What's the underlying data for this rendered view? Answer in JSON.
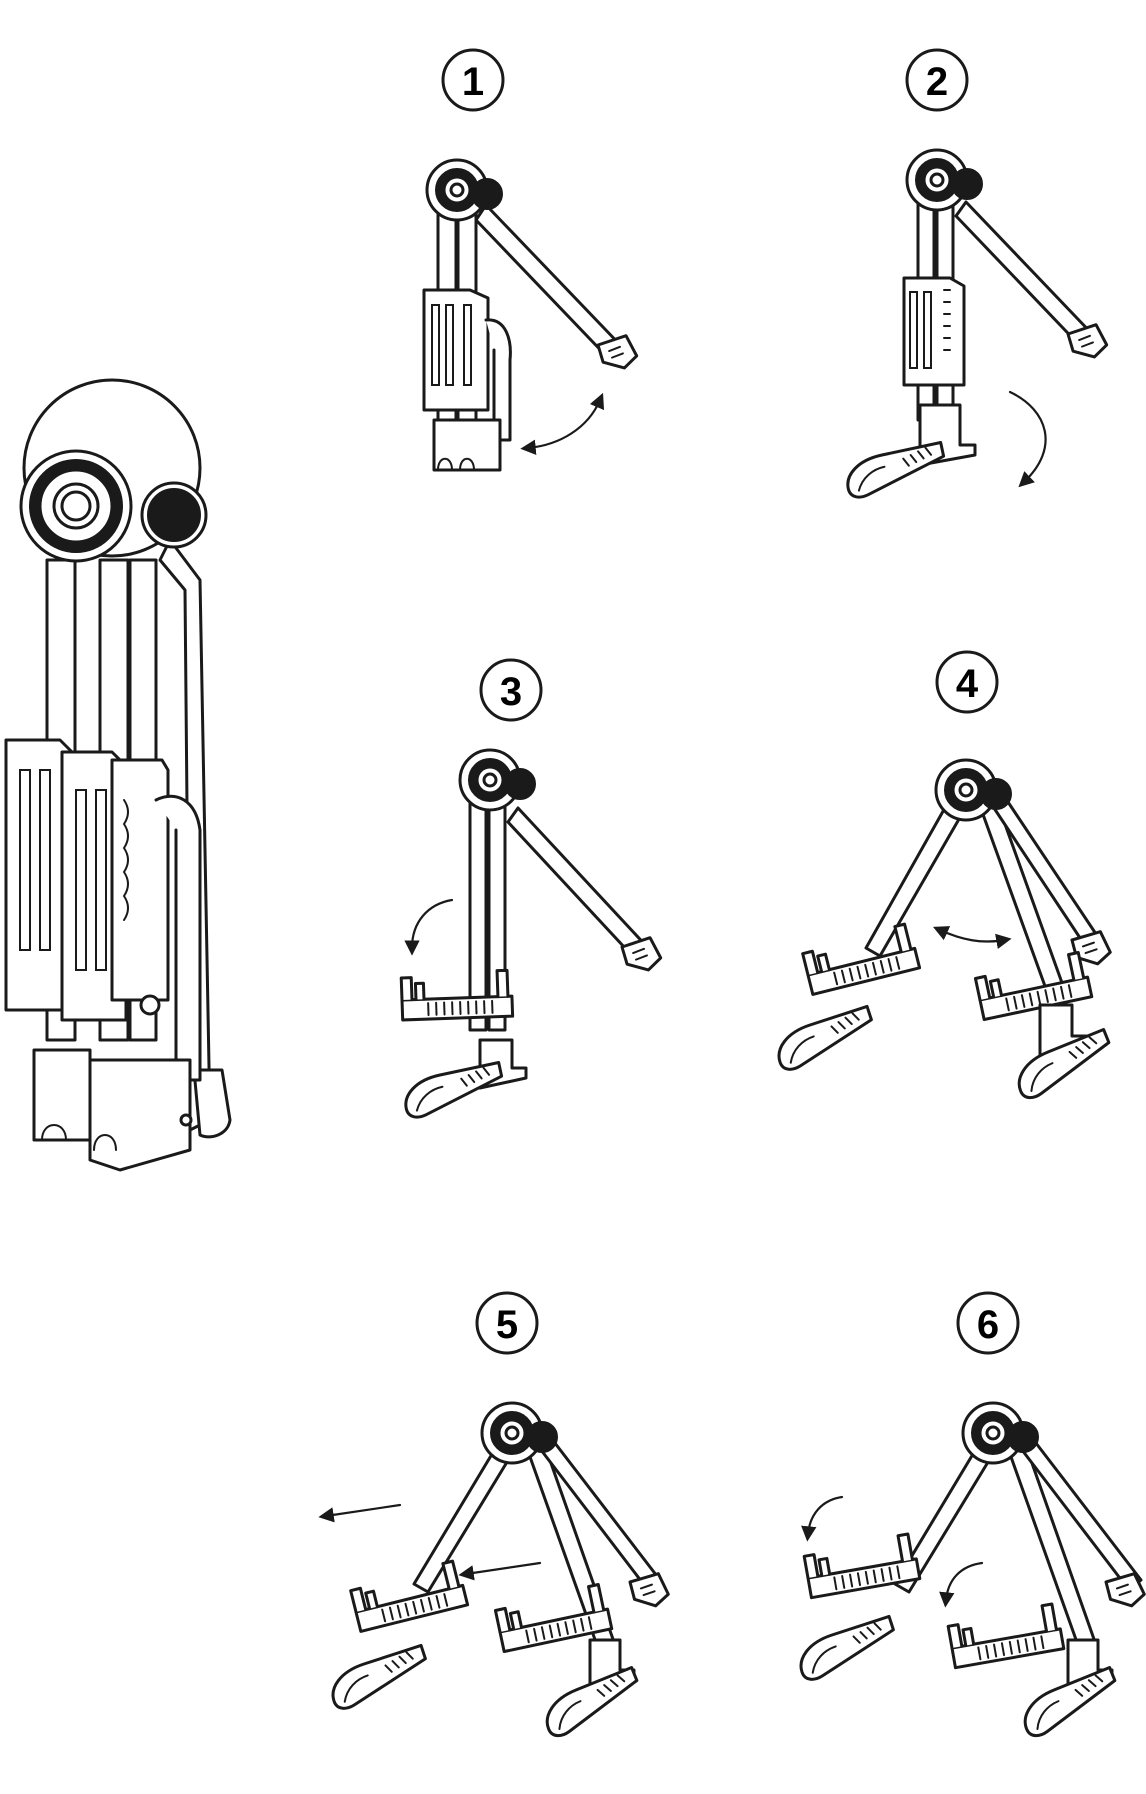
{
  "steps": [
    {
      "number": "1"
    },
    {
      "number": "2"
    },
    {
      "number": "3"
    },
    {
      "number": "4"
    },
    {
      "number": "5"
    },
    {
      "number": "6"
    }
  ],
  "colors": {
    "line": "#1a1a1a",
    "background": "#ffffff",
    "badge_stroke": "#1a1a1a"
  }
}
